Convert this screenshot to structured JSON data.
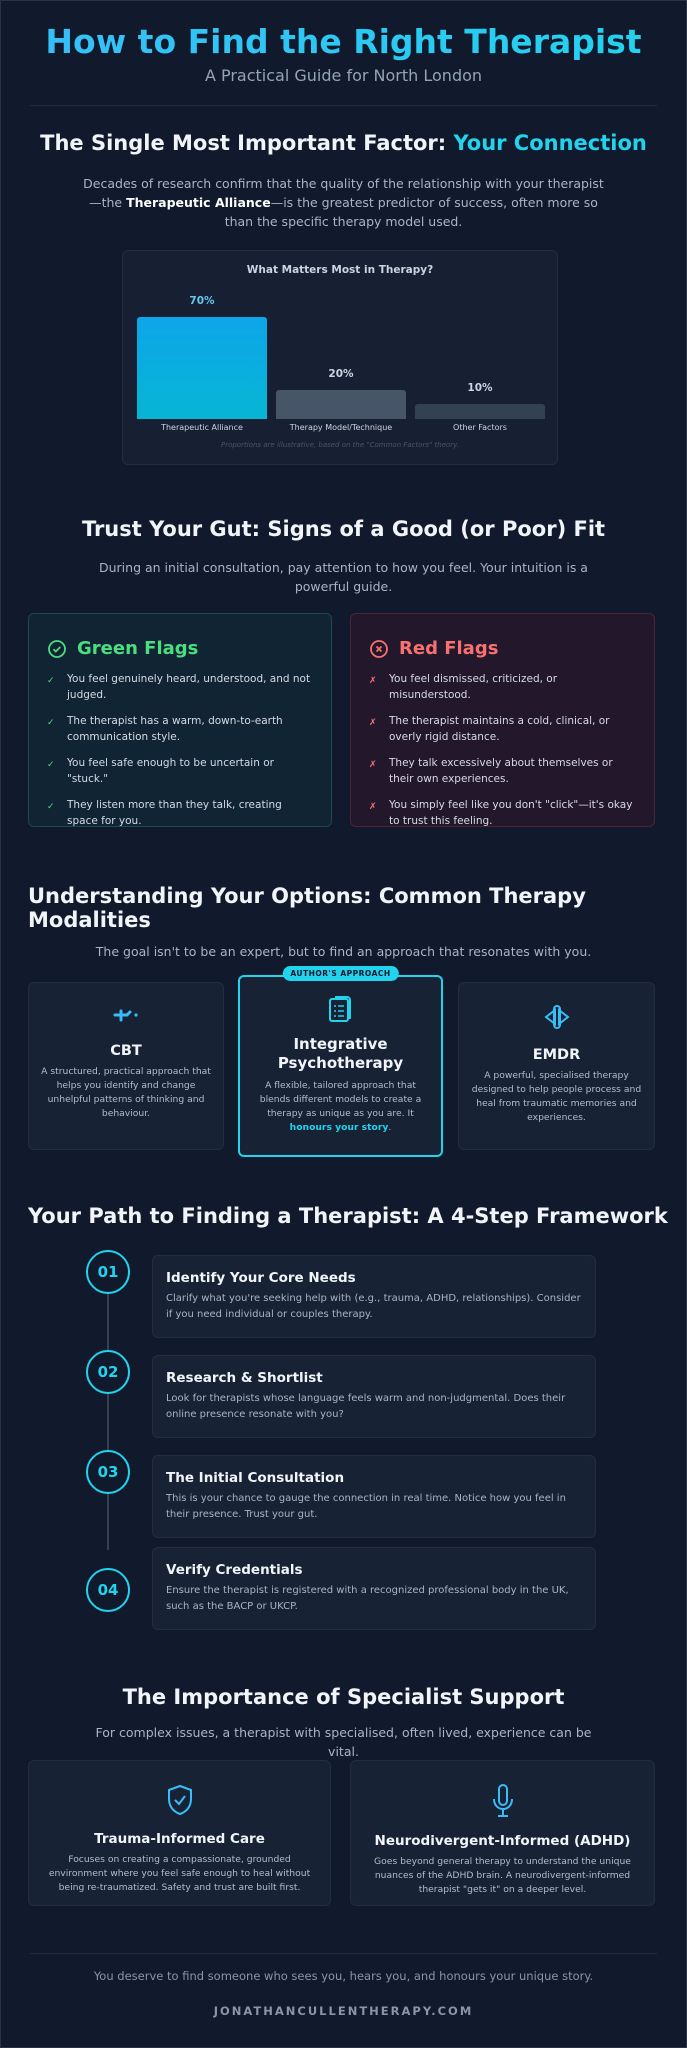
{
  "header": {
    "title": "How to Find the Right Therapist",
    "subtitle": "A Practical Guide for North London"
  },
  "connection": {
    "heading_prefix": "The Single Most Important Factor: ",
    "heading_accent": "Your Connection",
    "para_1": "Decades of research confirm that the quality of the relationship with your therapist—the ",
    "para_bold": "Therapeutic Alliance",
    "para_2": "—is the greatest predictor of success, often more so than the specific therapy model used."
  },
  "chart_data": {
    "type": "bar",
    "title": "What Matters Most in Therapy?",
    "categories": [
      "Therapeutic Alliance",
      "Therapy Model/Technique",
      "Other Factors"
    ],
    "values": [
      70,
      20,
      10
    ],
    "value_labels": [
      "70%",
      "20%",
      "10%"
    ],
    "ylim": [
      0,
      70
    ],
    "note": "Proportions are illustrative, based on the \"Common Factors\" theory.",
    "colors": [
      "#0ea5e9",
      "#475569",
      "#334155"
    ],
    "label_colors": [
      "#67c7ea",
      "#cbd5e1",
      "#cbd5e1"
    ]
  },
  "gut": {
    "heading": "Trust Your Gut: Signs of a Good (or Poor) Fit",
    "intro": "During an initial consultation, pay attention to how you feel. Your intuition is a powerful guide.",
    "green": {
      "title": "Green Flags",
      "color": "#4ade80",
      "items": [
        "You feel genuinely heard, understood, and not judged.",
        "The therapist has a warm, down-to-earth communication style.",
        "You feel safe enough to be uncertain or \"stuck.\"",
        "They listen more than they talk, creating space for you."
      ]
    },
    "red": {
      "title": "Red Flags",
      "color": "#f87171",
      "items": [
        "You feel dismissed, criticized, or misunderstood.",
        "The therapist maintains a cold, clinical, or overly rigid distance.",
        "They talk excessively about themselves or their own experiences.",
        "You simply feel like you don't \"click\"—it's okay to trust this feeling."
      ]
    }
  },
  "modalities": {
    "heading": "Understanding Your Options: Common Therapy Modalities",
    "intro": "The goal isn't to be an expert, but to find an approach that resonates with you.",
    "cards": [
      {
        "icon": "route-icon",
        "title": "CBT",
        "desc": "A structured, practical approach that helps you identify and change unhelpful patterns of thinking and behaviour."
      },
      {
        "icon": "clipboard-list-icon",
        "badge": "AUTHOR'S APPROACH",
        "title": "Integrative Psychotherapy",
        "desc": "A flexible, tailored approach that blends different models to create a therapy as unique as you are. It ",
        "desc_highlight": "honours your story",
        "desc_end": "."
      },
      {
        "icon": "eye-icon",
        "title": "EMDR",
        "desc": "A powerful, specialised therapy designed to help people process and heal from traumatic memories and experiences."
      }
    ]
  },
  "path": {
    "heading": "Your Path to Finding a Therapist: A 4-Step Framework",
    "steps": [
      {
        "num": "01",
        "title": "Identify Your Core Needs",
        "desc": "Clarify what you're seeking help with (e.g., trauma, ADHD, relationships). Consider if you need individual or couples therapy."
      },
      {
        "num": "02",
        "title": "Research & Shortlist",
        "desc": "Look for therapists whose language feels warm and non-judgmental. Does their online presence resonate with you?"
      },
      {
        "num": "03",
        "title": "The Initial Consultation",
        "desc": "This is your chance to gauge the connection in real time. Notice how you feel in their presence. Trust your gut."
      },
      {
        "num": "04",
        "title": "Verify Credentials",
        "desc": "Ensure the therapist is registered with a recognized professional body in the UK, such as the BACP or UKCP."
      }
    ]
  },
  "specialist": {
    "heading": "The Importance of Specialist Support",
    "intro": "For complex issues, a therapist with specialised, often lived, experience can be vital.",
    "cards": [
      {
        "icon": "shield-check-icon",
        "title": "Trauma-Informed Care",
        "desc": "Focuses on creating a compassionate, grounded environment where you feel safe enough to heal without being re-traumatized. Safety and trust are built first."
      },
      {
        "icon": "microphone-icon",
        "title": "Neurodivergent-Informed (ADHD)",
        "desc": "Goes beyond general therapy to understand the unique nuances of the ADHD brain. A neurodivergent-informed therapist \"gets it\" on a deeper level."
      }
    ]
  },
  "footer": {
    "closing": "You deserve to find someone who sees you, hears you, and honours your unique story.",
    "website": "JONATHANCULLENTHERAPY.COM"
  }
}
